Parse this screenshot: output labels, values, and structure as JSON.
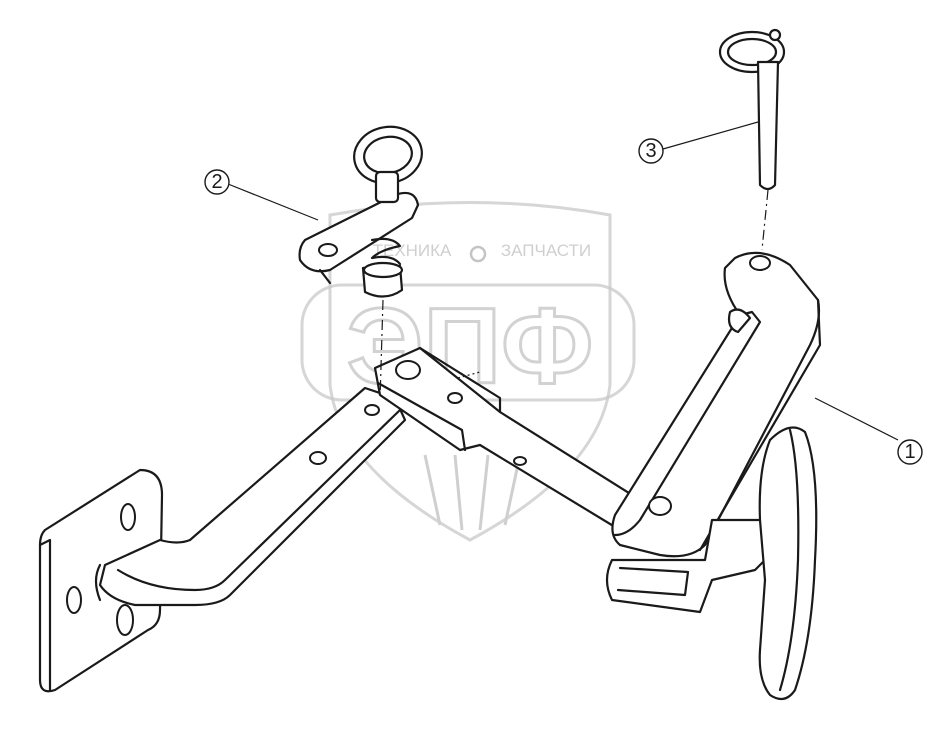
{
  "callouts": [
    {
      "label": "1"
    },
    {
      "label": "2"
    },
    {
      "label": "3"
    }
  ],
  "watermark": {
    "top_left_word": "ТЕХНИКА",
    "top_right_word": "ЗАПЧАСТИ",
    "big_letters": "ЭПФ"
  }
}
